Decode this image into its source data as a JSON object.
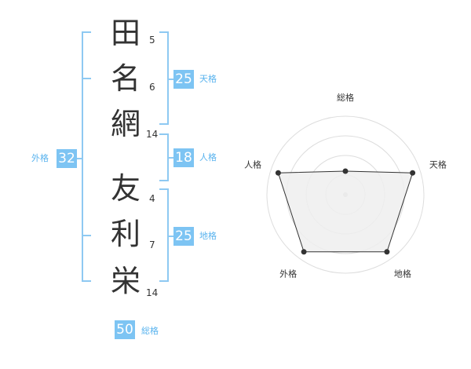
{
  "name_chars": [
    {
      "char": "田",
      "strokes": "5"
    },
    {
      "char": "名",
      "strokes": "6"
    },
    {
      "char": "網",
      "strokes": "14"
    },
    {
      "char": "友",
      "strokes": "4"
    },
    {
      "char": "利",
      "strokes": "7"
    },
    {
      "char": "栄",
      "strokes": "14"
    }
  ],
  "fortunes": {
    "tenkaku": {
      "label": "天格",
      "value": "25"
    },
    "jinkaku": {
      "label": "人格",
      "value": "18"
    },
    "chikaku": {
      "label": "地格",
      "value": "25"
    },
    "gaikaku": {
      "label": "外格",
      "value": "32"
    },
    "soukaku": {
      "label": "総格",
      "value": "50"
    }
  },
  "chart_data": {
    "type": "radar",
    "axes": [
      "総格",
      "天格",
      "地格",
      "外格",
      "人格"
    ],
    "values": [
      0.3,
      0.9,
      0.9,
      0.9,
      0.9
    ],
    "max": 1,
    "rings": 4,
    "colors": {
      "fill": "#eeeeee",
      "stroke": "#333333",
      "ring": "#dddddd"
    }
  }
}
